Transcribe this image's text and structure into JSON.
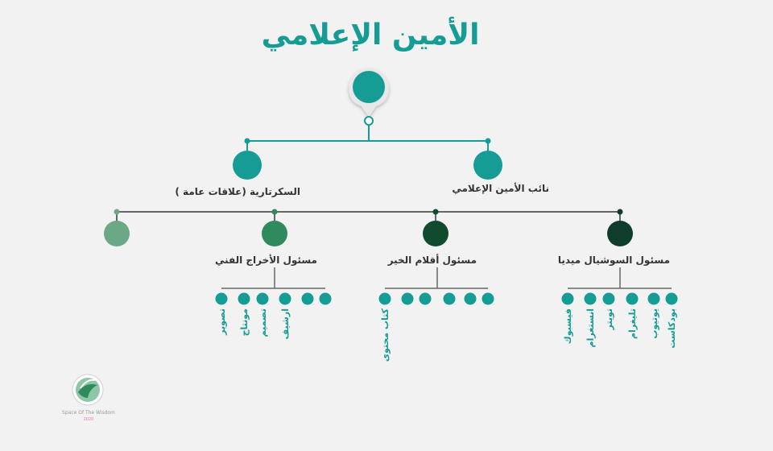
{
  "title": "الأمين الإعلامي",
  "colors": {
    "primary": "#159c94",
    "line": "#555555",
    "dark1": "#0f3d2b",
    "dark2": "#114b2e",
    "mid": "#2f8a5e",
    "light": "#6aa886",
    "logo_pink": "#e07ab8"
  },
  "level2": {
    "right_label": "نائب الأمين الإعلامي",
    "left_label": "السكرتارية (علاقات عامة )"
  },
  "level3": [
    "مسئول السوشيال ميديا",
    "مسئول أقلام الخير",
    "مسئول الأخراج الفني",
    ""
  ],
  "social_media_items": [
    "بودكاست",
    "يوتيوب",
    "تليغرام",
    "تويتر",
    "انستغرام",
    "فيسبوك"
  ],
  "pens_items": [
    "كتاب محتوى"
  ],
  "art_items": [
    "ارشيف",
    "تصميم",
    "مونتاج",
    "تصوير"
  ],
  "logo": {
    "caption": "Space Of The Wisdom",
    "sub": "2020"
  }
}
